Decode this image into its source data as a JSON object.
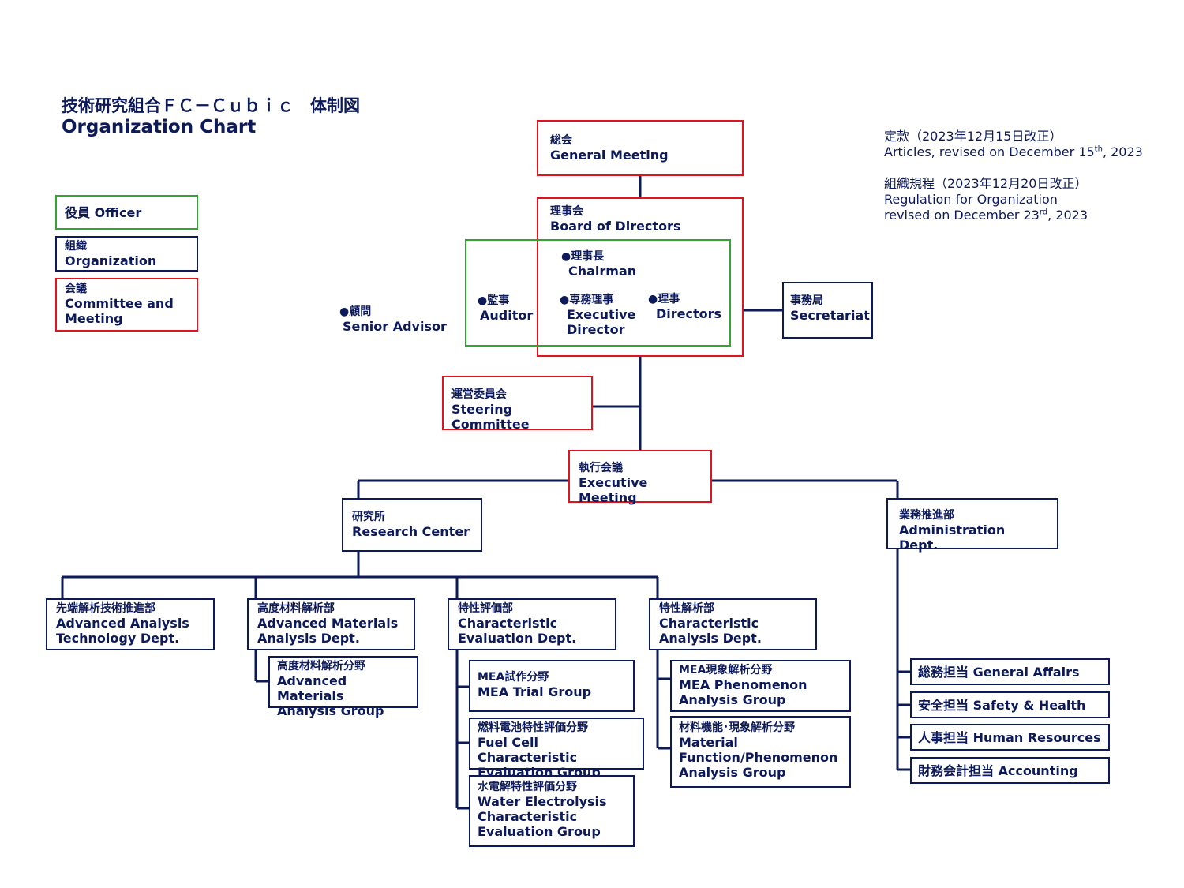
{
  "header": {
    "title_jp": "技術研究組合ＦＣ－Ｃｕｂｉｃ　体制図",
    "title_en": "Organization Chart"
  },
  "notes": {
    "articles_jp": "定款（2023年12月15日改正）",
    "articles_en_pre": "Articles, revised on December 15",
    "articles_en_sup": "th",
    "articles_en_post": ", 2023",
    "regulation_jp": "組織規程（2023年12月20日改正）",
    "regulation_en_1": "Regulation for Organization",
    "regulation_en_2_pre": "revised on December 23",
    "regulation_en_2_sup": "rd",
    "regulation_en_2_post": ", 2023"
  },
  "legend": {
    "officer": "役員 Officer",
    "organization_jp": "組織",
    "organization_en": "Organization",
    "meeting_jp": "会議",
    "meeting_en_1": "Committee and",
    "meeting_en_2": "Meeting"
  },
  "colors": {
    "organization": "#0d1a5a",
    "meeting": "#e0141e",
    "officer": "#33a532"
  },
  "nodes": {
    "general_meeting": {
      "jp": "総会",
      "en": "General Meeting"
    },
    "board": {
      "jp": "理事会",
      "en": "Board of Directors"
    },
    "chairman": {
      "jp": "●理事長",
      "en": "Chairman"
    },
    "auditor": {
      "jp": "●監事",
      "en": "Auditor"
    },
    "exec_director": {
      "jp": "●専務理事",
      "en1": "Executive",
      "en2": "Director"
    },
    "directors": {
      "jp": "●理事",
      "en": "Directors"
    },
    "senior_advisor": {
      "jp": "●顧問",
      "en": "Senior Advisor"
    },
    "secretariat": {
      "jp": "事務局",
      "en": "Secretariat"
    },
    "steering": {
      "jp": "運営委員会",
      "en": "Steering Committee"
    },
    "executive_meeting": {
      "jp": "執行会議",
      "en": "Executive Meeting"
    },
    "research_center": {
      "jp": "研究所",
      "en": "Research Center"
    },
    "administration": {
      "jp": "業務推進部",
      "en": "Administration Dept."
    },
    "advanced_analysis": {
      "jp": "先端解析技術推進部",
      "en1": "Advanced Analysis",
      "en2": "Technology Dept."
    },
    "advanced_materials": {
      "jp": "高度材料解析部",
      "en1": "Advanced Materials",
      "en2": "Analysis Dept."
    },
    "advanced_materials_group": {
      "jp": "高度材料解析分野",
      "en1": "Advanced Materials",
      "en2": "Analysis Group"
    },
    "char_eval": {
      "jp": "特性評価部",
      "en1": "Characteristic",
      "en2": "Evaluation Dept."
    },
    "mea_trial": {
      "jp": "MEA試作分野",
      "en": "MEA Trial Group"
    },
    "fuel_cell": {
      "jp": "燃料電池特性評価分野",
      "en1": "Fuel Cell Characteristic",
      "en2": "Evaluation Group"
    },
    "water_electrolysis": {
      "jp": "水電解特性評価分野",
      "en1": "Water Electrolysis",
      "en2": "Characteristic",
      "en3": "Evaluation Group"
    },
    "char_analysis": {
      "jp": "特性解析部",
      "en1": "Characteristic",
      "en2": "Analysis Dept."
    },
    "mea_phenomenon": {
      "jp": "MEA現象解析分野",
      "en1": "MEA Phenomenon",
      "en2": "Analysis Group"
    },
    "material_function": {
      "jp": "材料機能･現象解析分野",
      "en1": "Material",
      "en2": "Function/Phenomenon",
      "en3": "Analysis Group"
    },
    "general_affairs": {
      "label": "総務担当 General Affairs"
    },
    "safety_health": {
      "label": "安全担当 Safety & Health"
    },
    "human_resources": {
      "label": "人事担当 Human Resources"
    },
    "accounting": {
      "label": "財務会計担当 Accounting"
    }
  }
}
